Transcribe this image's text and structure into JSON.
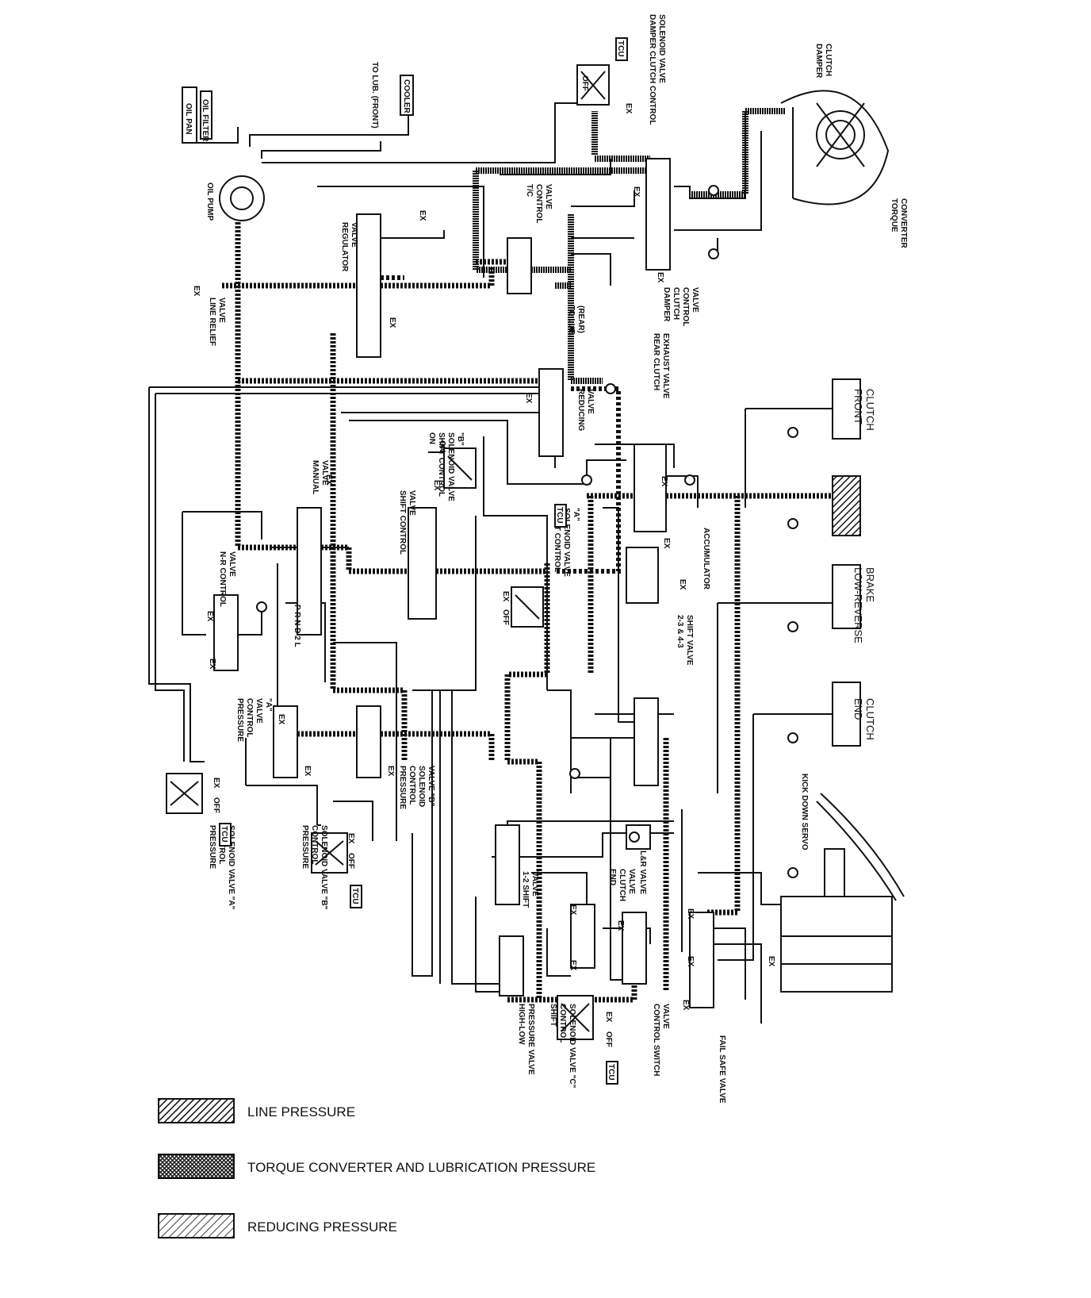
{
  "labels": {
    "damper_clutch_control_solenoid": [
      "DAMPER CLUTCH CONTROL",
      "SOLENOID VALVE"
    ],
    "damper_clutch": [
      "DAMPER",
      "CLUTCH"
    ],
    "torque_converter": [
      "TORQUE",
      "CONVERTER"
    ],
    "damper_clutch_control_valve": [
      "DAMPER",
      "CLUTCH",
      "CONTROL",
      "VALVE"
    ],
    "tc_control_valve": [
      "T/C",
      "CONTROL",
      "VALVE"
    ],
    "to_lub_front": "TO LUB. (FRONT)",
    "to_lub_rear": [
      "TO LUB.",
      "(REAR)"
    ],
    "cooler": "COOLER",
    "oil_filter": "OIL FILTER",
    "oil_pan": "OIL PAN",
    "oil_pump": "OIL PUMP",
    "regulator_valve": [
      "REGULATOR",
      "VALVE"
    ],
    "line_relief_valve": [
      "LINE RELIEF",
      "VALVE"
    ],
    "rear_clutch_exhaust_valve": [
      "REAR CLUTCH",
      "EXHAUST VALVE"
    ],
    "reducing_valve": [
      "REDUCING",
      "VALVE"
    ],
    "front_clutch": [
      "FRONT",
      "CLUTCH"
    ],
    "shift_control_solenoid_b": [
      "ON",
      "SHIFT CONTROL",
      "SOLENOID VALVE",
      "\"B\""
    ],
    "shift_control_solenoid_a": [
      "SHIFT CONTROL",
      "SOLENOID VALVE",
      "\"A\""
    ],
    "shift_control_valve": [
      "SHIFT CONTROL",
      "VALVE"
    ],
    "manual_valve": [
      "MANUAL",
      "VALVE"
    ],
    "nr_control_valve": [
      "N-R CONTROL",
      "VALVE"
    ],
    "prnd2l": "P R N D 2 L",
    "accumulator": "ACCUMULATOR",
    "low_reverse_brake": [
      "LOW-REVERSE",
      "BRAKE"
    ],
    "shift_valve_23_43": [
      "2-3 & 4-3",
      "SHIFT VALVE"
    ],
    "end_clutch": [
      "END",
      "CLUTCH"
    ],
    "kick_down_servo": "KICK DOWN SERVO",
    "pressure_control_valve_a": [
      "PRESSURE",
      "CONTROL",
      "VALVE",
      "\"A\""
    ],
    "pressure_control_solenoid_b": [
      "PRESSURE",
      "CONTROL",
      "SOLENOID",
      "VALVE \"B\""
    ],
    "pressure_control_solenoid_b2": [
      "PRESSURE",
      "CONTROL",
      "SOLENOID VALVE \"B\""
    ],
    "pressure_control_solenoid_a": [
      "PRESSURE",
      "CONTROL",
      "SOLENOID VALVE \"A\""
    ],
    "lr_valve": "L&R VALVE",
    "end_clutch_valve": [
      "END",
      "CLUTCH",
      "VALVE"
    ],
    "shift_12_valve": [
      "1-2 SHIFT",
      "VALVE"
    ],
    "fail_safe_valve": "FAIL SAFE VALVE",
    "control_switch_valve": [
      "CONTROL SWITCH",
      "VALVE"
    ],
    "shift_control_solenoid_c": [
      "SHIFT",
      "CONTROL",
      "SOLENOID VALVE \"C\""
    ],
    "high_low_pressure_valve": [
      "HIGH-LOW",
      "PRESSURE VALVE"
    ],
    "tcu": "TCU",
    "ex": "EX",
    "off": "OFF",
    "on": "ON"
  },
  "legend": {
    "line_pressure": "LINE PRESSURE",
    "tc_lub_pressure": "TORQUE CONVERTER AND LUBRICATION PRESSURE",
    "reducing_pressure": "REDUCING PRESSURE"
  }
}
